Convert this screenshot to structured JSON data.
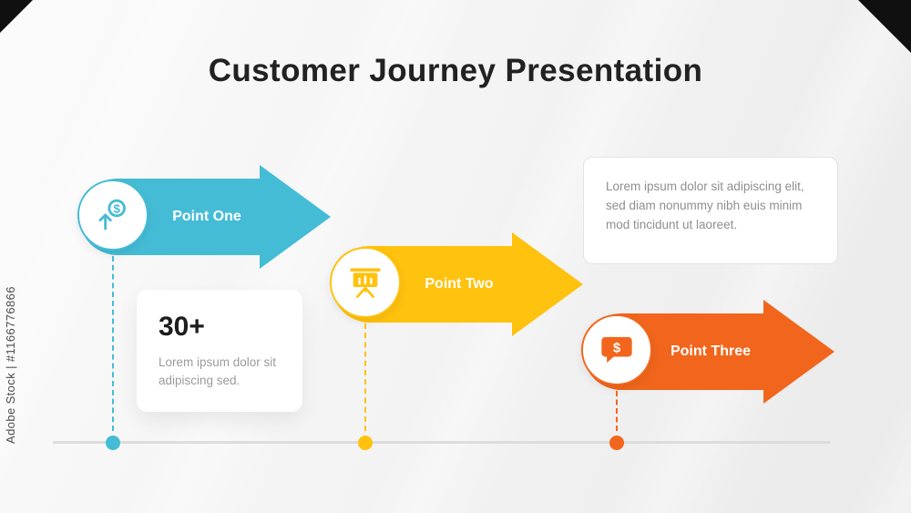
{
  "watermark": {
    "text": "Adobe Stock | #1166776866"
  },
  "header": {
    "title": "Customer Journey Presentation"
  },
  "points": [
    {
      "label": "Point One",
      "color": "#45BCD6",
      "icon": "dollar-growth-icon"
    },
    {
      "label": "Point Two",
      "color": "#FFC20E",
      "icon": "presentation-board-icon"
    },
    {
      "label": "Point Three",
      "color": "#F1661C",
      "icon": "chat-dollar-icon"
    }
  ],
  "stat_card": {
    "value": "30+",
    "description": "Lorem ipsum dolor sit adipiscing sed."
  },
  "info_card": {
    "text": "Lorem ipsum dolor sit adipiscing elit, sed diam nonummy nibh euis minim mod tincidunt ut laoreet."
  },
  "colors": {
    "timeline": "#DCDCDC",
    "title": "#222222",
    "background": "#F3F3F3"
  }
}
